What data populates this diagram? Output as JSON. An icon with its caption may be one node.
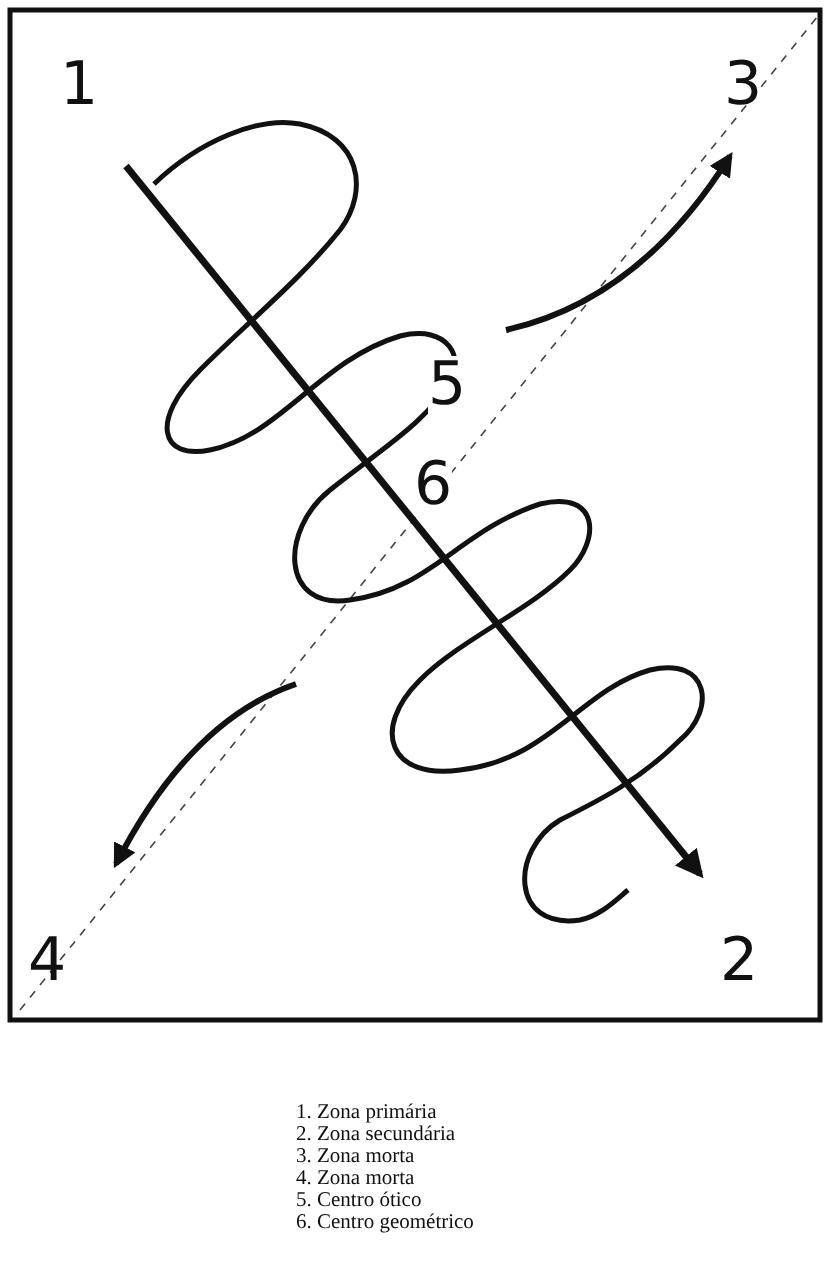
{
  "diagram": {
    "labels": [
      "1",
      "3",
      "5",
      "6",
      "4",
      "2",
      "1. Zona primária",
      "2. Zona secundária",
      "3. Zona morta",
      "4. Zona morta",
      "5. Centro ótico",
      "6. Centro geométrico"
    ]
  }
}
